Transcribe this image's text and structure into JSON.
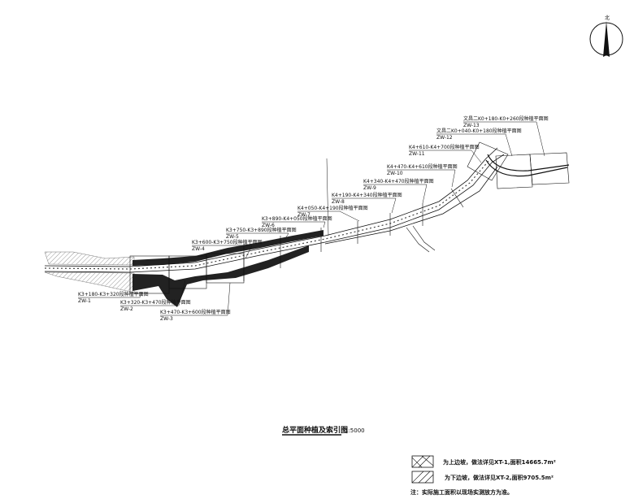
{
  "north_label": "北",
  "title": "总平面种植及索引图",
  "scale": "1:5000",
  "sheets": [
    {
      "id": "ZW-1",
      "range": "K3+180-K3+320段种植平面图"
    },
    {
      "id": "ZW-2",
      "range": "K3+320-K3+470段种植平面图"
    },
    {
      "id": "ZW-3",
      "range": "K3+470-K3+600段种植平面图"
    },
    {
      "id": "ZW-4",
      "range": "K3+600-K3+750段种植平面图"
    },
    {
      "id": "ZW-5",
      "range": "K3+750-K3+890段种植平面图"
    },
    {
      "id": "ZW-6",
      "range": "K3+890-K4+050段种植平面图"
    },
    {
      "id": "ZW-7",
      "range": "K4+050-K4+190段种植平面图"
    },
    {
      "id": "ZW-8",
      "range": "K4+190-K4+340段种植平面图"
    },
    {
      "id": "ZW-9",
      "range": "K4+340-K4+470段种植平面图"
    },
    {
      "id": "ZW-10",
      "range": "K4+470-K4+610段种植平面图"
    },
    {
      "id": "ZW-11",
      "range": "K4+610-K4+700段种植平面图"
    },
    {
      "id": "ZW-12",
      "range": "文昌二K0+040-K0+180段种植平面图"
    },
    {
      "id": "ZW-13",
      "range": "文昌二K0+180-K0+260段种植平面图"
    }
  ],
  "legend": [
    {
      "text": "为上边坡，做法详见XT-1,面积14665.7m²"
    },
    {
      "text": "为下边坡，做法详见XT-2,面积9705.5m²"
    }
  ],
  "note": "注：实际施工面积以现场实测放方为准。"
}
